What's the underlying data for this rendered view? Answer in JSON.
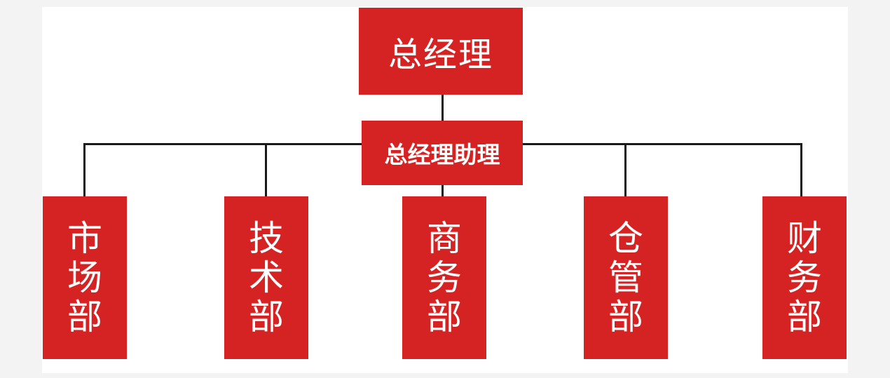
{
  "org_chart": {
    "top": {
      "label": "总经理"
    },
    "assistant": {
      "label": "总经理助理"
    },
    "departments": [
      {
        "label": "市场部"
      },
      {
        "label": "技术部"
      },
      {
        "label": "商务部"
      },
      {
        "label": "仓管部"
      },
      {
        "label": "财务部"
      }
    ]
  },
  "colors": {
    "box_fill": "#d52323",
    "box_text": "#ffffff",
    "connector": "#1a1a1a",
    "background": "#ffffff"
  }
}
